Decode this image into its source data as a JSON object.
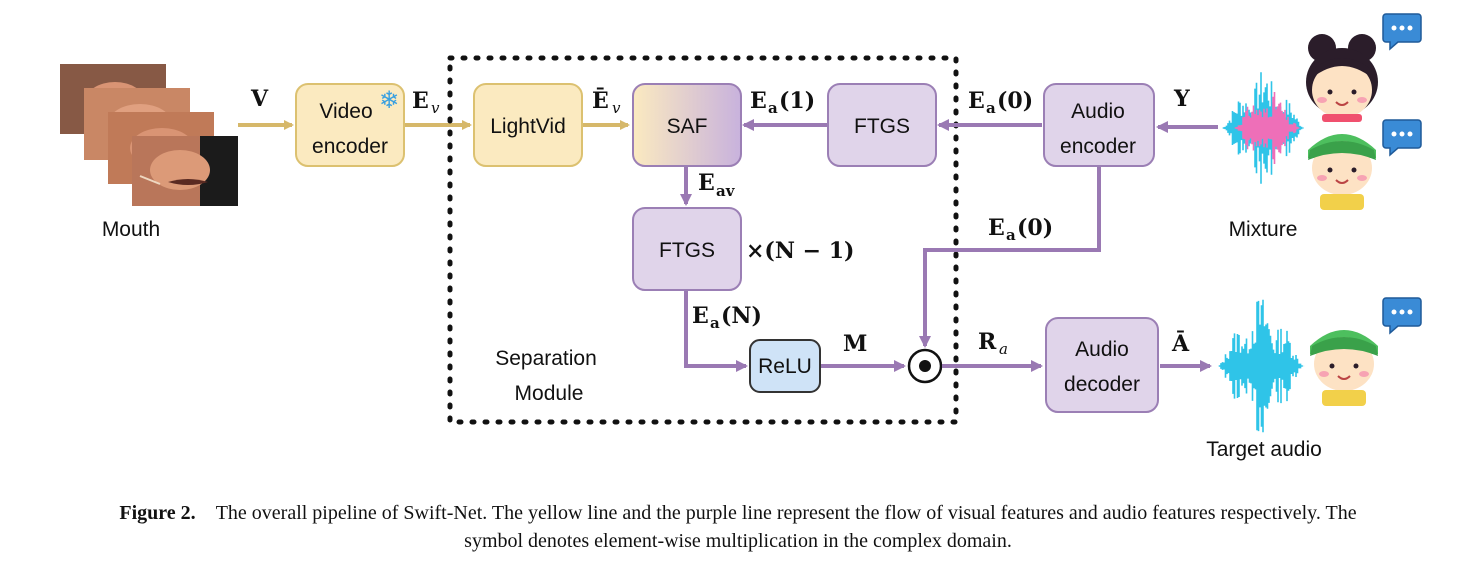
{
  "colors": {
    "yellow_line": "#d6b86a",
    "yellow_fill": "#fbeac0",
    "yellow_stroke": "#dcc170",
    "purple_line": "#9a79b3",
    "purple_fill": "#e0d4ea",
    "purple_stroke": "#9b7fb5",
    "relu_fill": "#cfe3f7",
    "relu_stroke": "#333333",
    "waveform_cyan": "#2fc4e8",
    "waveform_pink": "#ee6fb8",
    "bubble": "#3a8bd6"
  },
  "labels": {
    "mouth": "Mouth",
    "mixture": "Mixture",
    "target_audio": "Target audio",
    "separation_module_1": "Separation",
    "separation_module_2": "Module"
  },
  "boxes": {
    "video_encoder_1": "Video",
    "video_encoder_2": "encoder",
    "lightvid": "LightVid",
    "saf": "SAF",
    "ftgs_top": "FTGS",
    "ftgs_mid": "FTGS",
    "audio_encoder_1": "Audio",
    "audio_encoder_2": "encoder",
    "relu": "ReLU",
    "audio_decoder_1": "Audio",
    "audio_decoder_2": "decoder"
  },
  "symbols": {
    "V": "V",
    "E": "E",
    "v": "v",
    "Ebar": "Ē",
    "a1": "(1)",
    "a0": "(0)",
    "aN": "(N)",
    "a_sub": "a",
    "av_sub": "av",
    "times": "×(N − 1)",
    "Y": "Y",
    "M": "M",
    "R": "R",
    "Abar": "Ā",
    "snowflake": "❄",
    "odot": "⊙"
  },
  "icons": [
    "face-photo-stack-icon",
    "girl-avatar-icon",
    "boy-avatar-icon",
    "chat-bubble-icon",
    "waveform-icon",
    "snowflake-icon"
  ],
  "caption": {
    "figure_label": "Figure 2.",
    "line1": "The overall pipeline of Swift-Net. The yellow line and the purple line represent the flow of visual features and audio features respectively. The",
    "line2": "symbol denotes element-wise multiplication in the complex domain."
  }
}
